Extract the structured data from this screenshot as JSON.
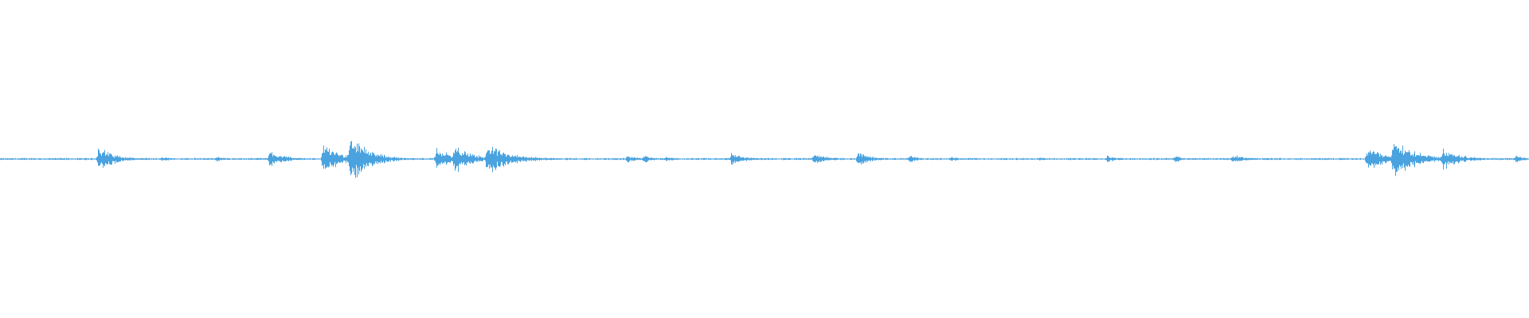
{
  "waveform": {
    "color": "#4aa3df",
    "background": "#ffffff",
    "noise_floor": 0.006,
    "peaks": [
      {
        "position": 0.064,
        "amplitude": 0.1,
        "decay": 0.01
      },
      {
        "position": 0.106,
        "amplitude": 0.02,
        "decay": 0.006
      },
      {
        "position": 0.141,
        "amplitude": 0.02,
        "decay": 0.006
      },
      {
        "position": 0.176,
        "amplitude": 0.06,
        "decay": 0.01
      },
      {
        "position": 0.211,
        "amplitude": 0.11,
        "decay": 0.012
      },
      {
        "position": 0.229,
        "amplitude": 0.18,
        "decay": 0.012
      },
      {
        "position": 0.285,
        "amplitude": 0.09,
        "decay": 0.01
      },
      {
        "position": 0.297,
        "amplitude": 0.12,
        "decay": 0.01
      },
      {
        "position": 0.318,
        "amplitude": 0.11,
        "decay": 0.016
      },
      {
        "position": 0.346,
        "amplitude": 0.02,
        "decay": 0.006
      },
      {
        "position": 0.41,
        "amplitude": 0.03,
        "decay": 0.008
      },
      {
        "position": 0.421,
        "amplitude": 0.03,
        "decay": 0.006
      },
      {
        "position": 0.435,
        "amplitude": 0.02,
        "decay": 0.006
      },
      {
        "position": 0.478,
        "amplitude": 0.05,
        "decay": 0.008
      },
      {
        "position": 0.532,
        "amplitude": 0.05,
        "decay": 0.008
      },
      {
        "position": 0.561,
        "amplitude": 0.06,
        "decay": 0.008
      },
      {
        "position": 0.594,
        "amplitude": 0.03,
        "decay": 0.006
      },
      {
        "position": 0.621,
        "amplitude": 0.02,
        "decay": 0.006
      },
      {
        "position": 0.68,
        "amplitude": 0.015,
        "decay": 0.006
      },
      {
        "position": 0.724,
        "amplitude": 0.03,
        "decay": 0.006
      },
      {
        "position": 0.768,
        "amplitude": 0.025,
        "decay": 0.006
      },
      {
        "position": 0.806,
        "amplitude": 0.035,
        "decay": 0.008
      },
      {
        "position": 0.894,
        "amplitude": 0.09,
        "decay": 0.012
      },
      {
        "position": 0.911,
        "amplitude": 0.15,
        "decay": 0.014
      },
      {
        "position": 0.943,
        "amplitude": 0.08,
        "decay": 0.012
      },
      {
        "position": 0.991,
        "amplitude": 0.03,
        "decay": 0.006
      }
    ]
  }
}
